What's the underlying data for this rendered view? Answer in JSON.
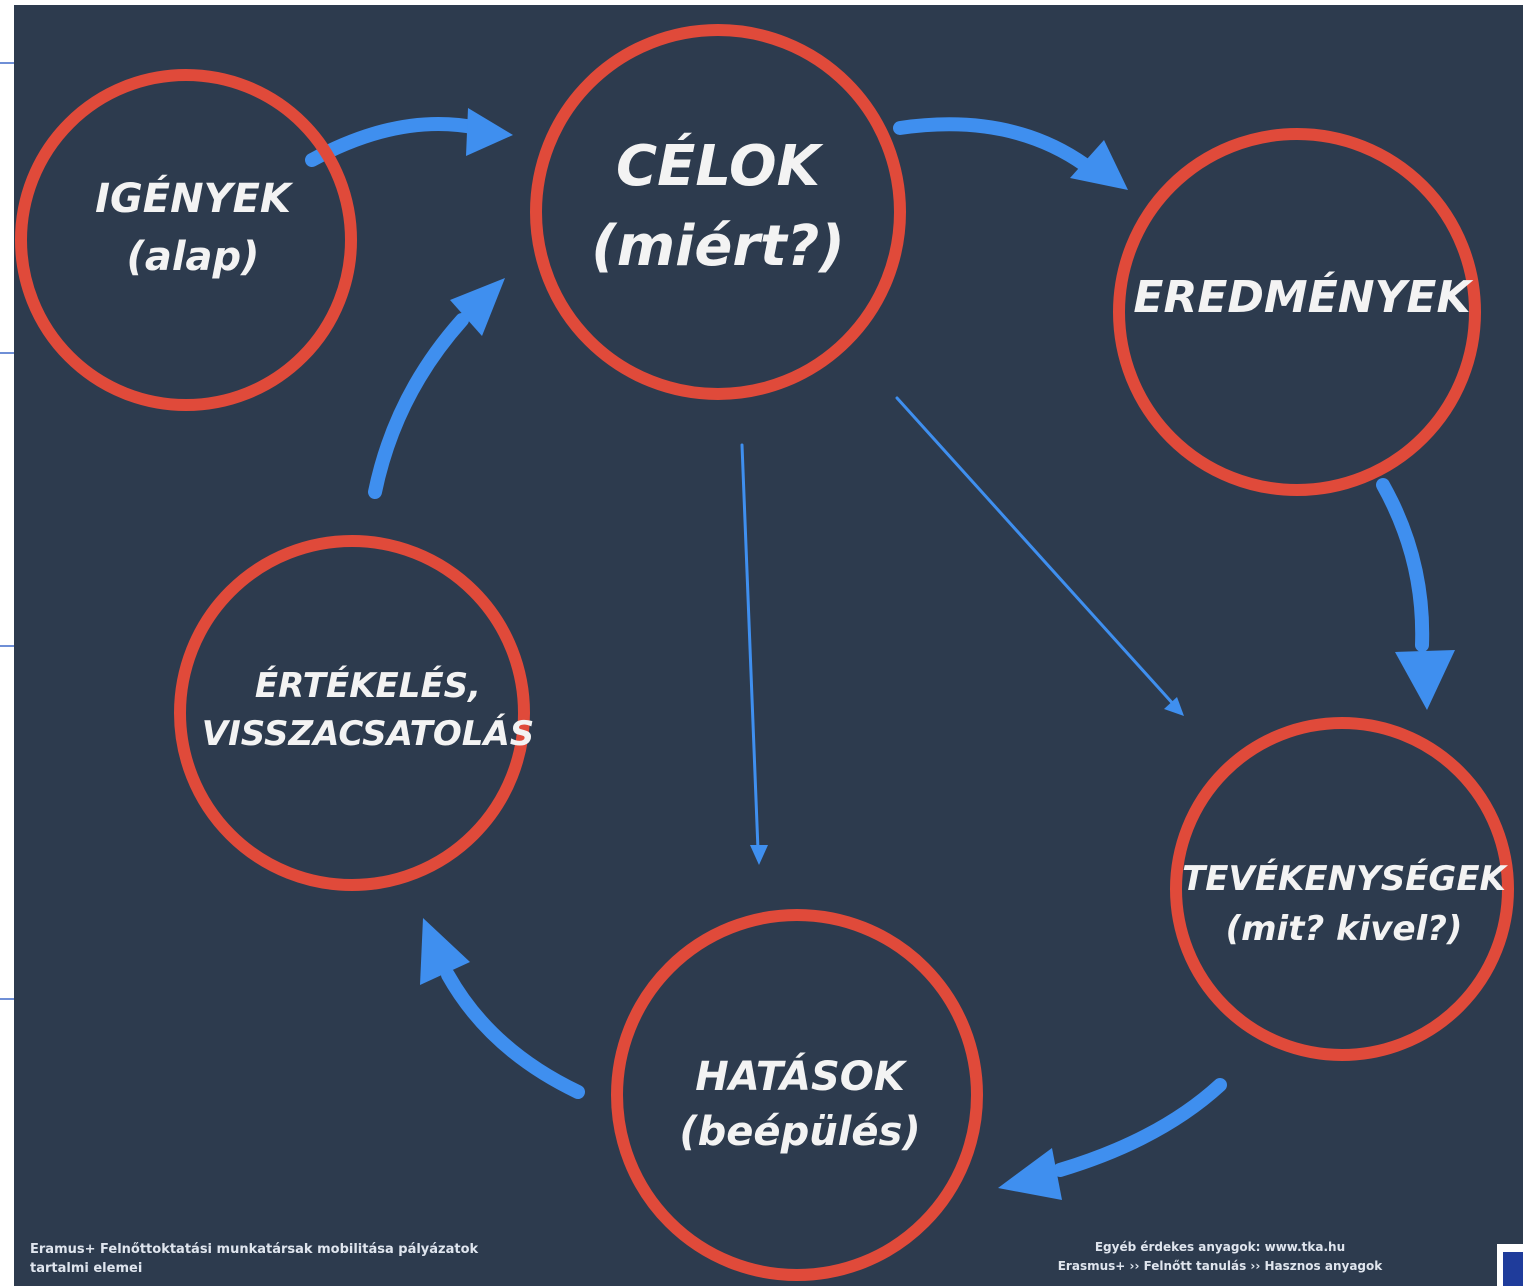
{
  "nodes": {
    "igenyek": {
      "line1": "IGÉNYEK",
      "line2": "(alap)"
    },
    "celok": {
      "line1": "CÉLOK",
      "line2": "(miért?)"
    },
    "eredmenyek": {
      "line1": "EREDMÉNYEK"
    },
    "tevekenysegek": {
      "line1": "TEVÉKENYSÉGEK",
      "line2": "(mit? kivel?)"
    },
    "hatasok": {
      "line1": "HATÁSOK",
      "line2": "(beépülés)"
    },
    "ertekeles": {
      "line1": "ÉRTÉKELÉS,",
      "line2": "VISSZACSATOLÁS"
    }
  },
  "footer": {
    "left_line1": "Eramus+ Felnőttoktatási munkatársak mobilitása pályázatok",
    "left_line2": "tartalmi elemei",
    "right_line1": "Egyéb érdekes anyagok: www.tka.hu",
    "right_line2": "Erasmus+ ›› Felnőtt tanulás ›› Hasznos anyagok"
  },
  "colors": {
    "background": "#2d3b4e",
    "ring": "#e04a3a",
    "arrow": "#3f8fef",
    "text": "#f3f3f3"
  }
}
